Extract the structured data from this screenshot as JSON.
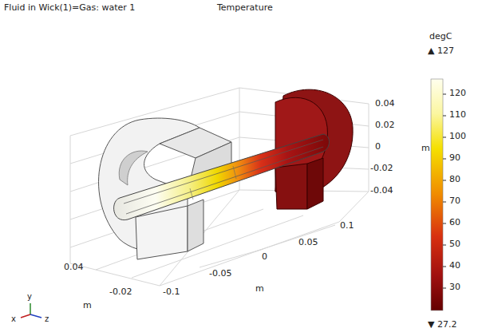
{
  "diagram": {
    "title": "Fluid in Wick(1)=Gas: water 1",
    "labels": [
      "Temperature",
      "degC",
      "▲ 127",
      "120",
      "110",
      "100",
      "90",
      "80",
      "70",
      "60",
      "50",
      "40",
      "30",
      "▼ 27.2",
      "0.04",
      "0.02",
      "0",
      "-0.02",
      "-0.04",
      "m",
      "0.1",
      "0.05",
      "0",
      "-0.05",
      "-0.1",
      "m",
      "0.04",
      "-0.02",
      "m",
      "y",
      "x",
      "z"
    ]
  }
}
